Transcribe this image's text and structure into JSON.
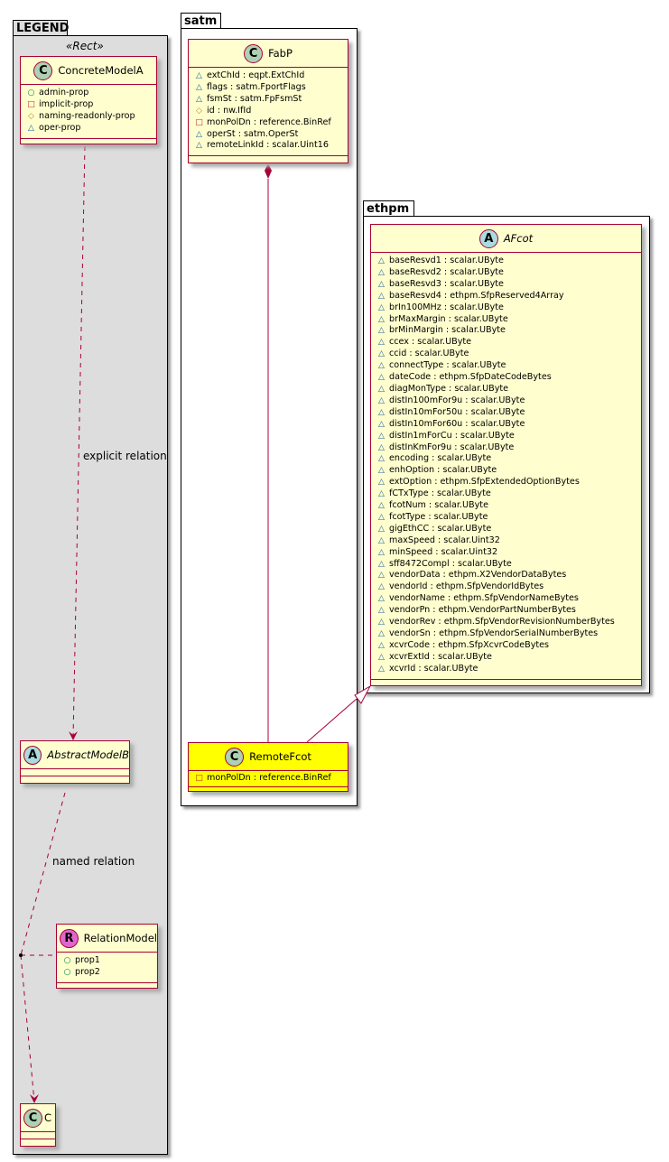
{
  "packages": {
    "legend": {
      "name": "LEGEND",
      "stereotype": "«Rect»"
    },
    "satm": {
      "name": "satm"
    },
    "ethpm": {
      "name": "ethpm"
    }
  },
  "colors": {
    "class_fill": "#fefece",
    "highlight_fill": "#ffff00",
    "border": "#a80036",
    "legend_bg": "#dddddd"
  },
  "visibility_icons": {
    "public": "○",
    "private": "□",
    "protected": "◇",
    "package": "△"
  },
  "classes": {
    "concreteModelA": {
      "spot": "C",
      "name": "ConcreteModelA",
      "attrs": [
        {
          "vis": "public",
          "text": "admin-prop"
        },
        {
          "vis": "private",
          "text": "implicit-prop"
        },
        {
          "vis": "protected",
          "text": "naming-readonly-prop"
        },
        {
          "vis": "package",
          "text": "oper-prop"
        }
      ]
    },
    "abstractModelB": {
      "spot": "A",
      "name": "AbstractModelB"
    },
    "relationModel": {
      "spot": "R",
      "name": "RelationModel",
      "attrs": [
        {
          "vis": "public",
          "text": "prop1"
        },
        {
          "vis": "public",
          "text": "prop2"
        }
      ]
    },
    "c": {
      "spot": "C",
      "name": "C"
    },
    "fabP": {
      "spot": "C",
      "name": "FabP",
      "attrs": [
        {
          "vis": "package",
          "text": "extChId : eqpt.ExtChId"
        },
        {
          "vis": "package",
          "text": "flags : satm.FportFlags"
        },
        {
          "vis": "package",
          "text": "fsmSt : satm.FpFsmSt"
        },
        {
          "vis": "protected",
          "text": "id : nw.IfId"
        },
        {
          "vis": "private",
          "text": "monPolDn : reference.BinRef"
        },
        {
          "vis": "package",
          "text": "operSt : satm.OperSt"
        },
        {
          "vis": "package",
          "text": "remoteLinkId : scalar.Uint16"
        }
      ]
    },
    "remoteFcot": {
      "spot": "C",
      "name": "RemoteFcot",
      "attrs": [
        {
          "vis": "private",
          "text": "monPolDn : reference.BinRef"
        }
      ]
    },
    "aFcot": {
      "spot": "A",
      "name": "AFcot",
      "attrs": [
        {
          "vis": "package",
          "text": "baseResvd1 : scalar.UByte"
        },
        {
          "vis": "package",
          "text": "baseResvd2 : scalar.UByte"
        },
        {
          "vis": "package",
          "text": "baseResvd3 : scalar.UByte"
        },
        {
          "vis": "package",
          "text": "baseResvd4 : ethpm.SfpReserved4Array"
        },
        {
          "vis": "package",
          "text": "brIn100MHz : scalar.UByte"
        },
        {
          "vis": "package",
          "text": "brMaxMargin : scalar.UByte"
        },
        {
          "vis": "package",
          "text": "brMinMargin : scalar.UByte"
        },
        {
          "vis": "package",
          "text": "ccex : scalar.UByte"
        },
        {
          "vis": "package",
          "text": "ccid : scalar.UByte"
        },
        {
          "vis": "package",
          "text": "connectType : scalar.UByte"
        },
        {
          "vis": "package",
          "text": "dateCode : ethpm.SfpDateCodeBytes"
        },
        {
          "vis": "package",
          "text": "diagMonType : scalar.UByte"
        },
        {
          "vis": "package",
          "text": "distIn100mFor9u : scalar.UByte"
        },
        {
          "vis": "package",
          "text": "distIn10mFor50u : scalar.UByte"
        },
        {
          "vis": "package",
          "text": "distIn10mFor60u : scalar.UByte"
        },
        {
          "vis": "package",
          "text": "distIn1mForCu : scalar.UByte"
        },
        {
          "vis": "package",
          "text": "distInKmFor9u : scalar.UByte"
        },
        {
          "vis": "package",
          "text": "encoding : scalar.UByte"
        },
        {
          "vis": "package",
          "text": "enhOption : scalar.UByte"
        },
        {
          "vis": "package",
          "text": "extOption : ethpm.SfpExtendedOptionBytes"
        },
        {
          "vis": "package",
          "text": "fCTxType : scalar.UByte"
        },
        {
          "vis": "package",
          "text": "fcotNum : scalar.UByte"
        },
        {
          "vis": "package",
          "text": "fcotType : scalar.UByte"
        },
        {
          "vis": "package",
          "text": "gigEthCC : scalar.UByte"
        },
        {
          "vis": "package",
          "text": "maxSpeed : scalar.Uint32"
        },
        {
          "vis": "package",
          "text": "minSpeed : scalar.Uint32"
        },
        {
          "vis": "package",
          "text": "sff8472Compl : scalar.UByte"
        },
        {
          "vis": "package",
          "text": "vendorData : ethpm.X2VendorDataBytes"
        },
        {
          "vis": "package",
          "text": "vendorId : ethpm.SfpVendorIdBytes"
        },
        {
          "vis": "package",
          "text": "vendorName : ethpm.SfpVendorNameBytes"
        },
        {
          "vis": "package",
          "text": "vendorPn : ethpm.VendorPartNumberBytes"
        },
        {
          "vis": "package",
          "text": "vendorRev : ethpm.SfpVendorRevisionNumberBytes"
        },
        {
          "vis": "package",
          "text": "vendorSn : ethpm.SfpVendorSerialNumberBytes"
        },
        {
          "vis": "package",
          "text": "xcvrCode : ethpm.SfpXcvrCodeBytes"
        },
        {
          "vis": "package",
          "text": "xcvrExtId : scalar.UByte"
        },
        {
          "vis": "package",
          "text": "xcvrId : scalar.UByte"
        }
      ]
    }
  },
  "relations": {
    "explicit": "explicit relation",
    "named": "named relation"
  }
}
